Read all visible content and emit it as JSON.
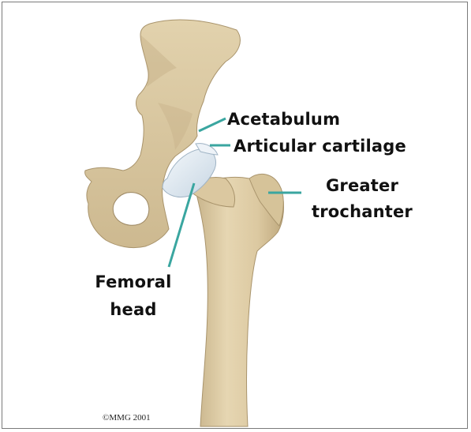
{
  "labels": {
    "acetabulum": "Acetabulum",
    "articular_cartilage": "Articular cartilage",
    "greater_trochanter_line1": "Greater",
    "greater_trochanter_line2": "trochanter",
    "femoral_head_line1": "Femoral",
    "femoral_head_line2": "head"
  },
  "copyright": "©MMG 2001",
  "colors": {
    "bone": "#e3d2ac",
    "bone_shadow": "#b8a37a",
    "cartilage": "#e4edf5",
    "leader_line": "#3aa6a0",
    "frame_border": "#7a7a7a"
  }
}
